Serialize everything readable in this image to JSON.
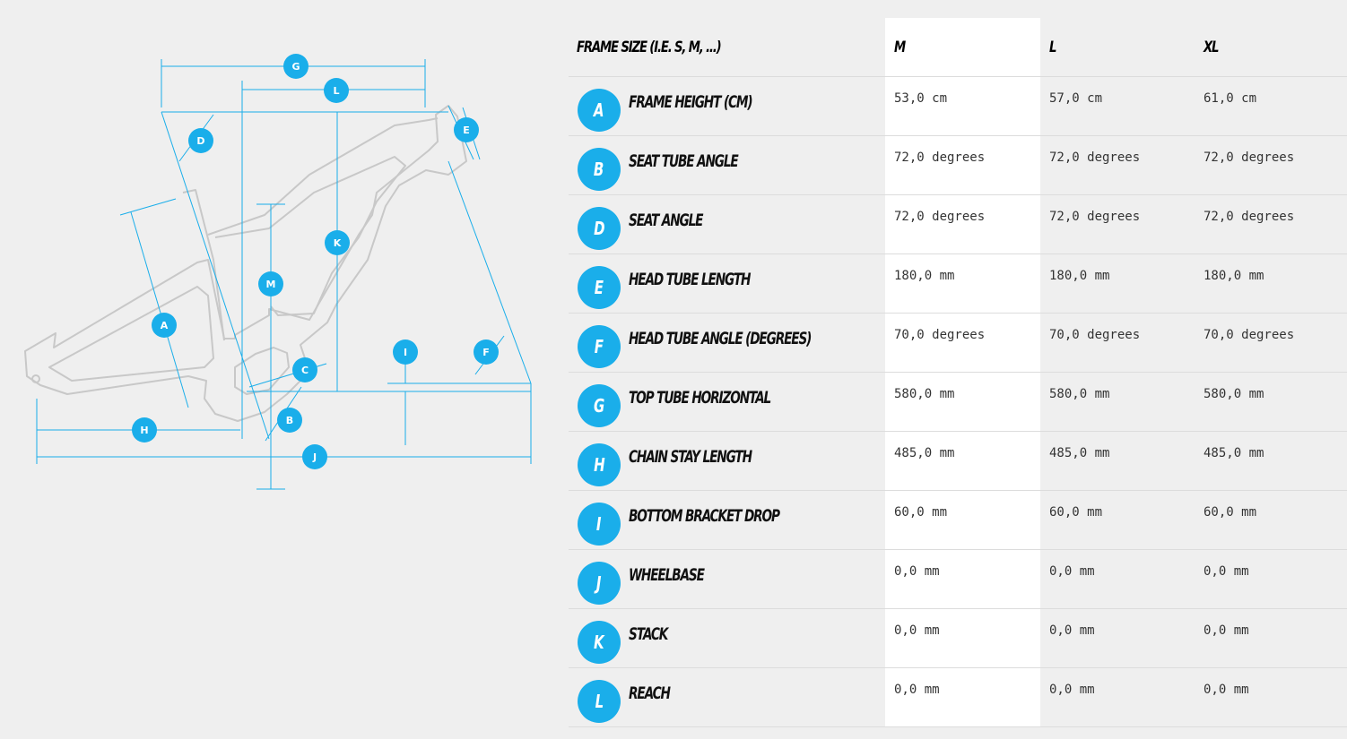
{
  "table": {
    "header": {
      "name": "FRAME SIZE (I.E. S, M, ...)",
      "sizes": [
        "M",
        "L",
        "XL"
      ]
    },
    "rows": [
      {
        "letter": "A",
        "name": "FRAME HEIGHT (CM)",
        "values": [
          "53,0 cm",
          "57,0 cm",
          "61,0 cm"
        ]
      },
      {
        "letter": "B",
        "name": "SEAT TUBE ANGLE",
        "values": [
          "72,0 degrees",
          "72,0 degrees",
          "72,0 degrees"
        ]
      },
      {
        "letter": "D",
        "name": "SEAT ANGLE",
        "values": [
          "72,0 degrees",
          "72,0 degrees",
          "72,0 degrees"
        ]
      },
      {
        "letter": "E",
        "name": "HEAD TUBE LENGTH",
        "values": [
          "180,0 mm",
          "180,0 mm",
          "180,0 mm"
        ]
      },
      {
        "letter": "F",
        "name": "HEAD TUBE ANGLE (DEGREES)",
        "values": [
          "70,0 degrees",
          "70,0 degrees",
          "70,0 degrees"
        ]
      },
      {
        "letter": "G",
        "name": "TOP TUBE HORIZONTAL",
        "values": [
          "580,0 mm",
          "580,0 mm",
          "580,0 mm"
        ]
      },
      {
        "letter": "H",
        "name": "CHAIN STAY LENGTH",
        "values": [
          "485,0 mm",
          "485,0 mm",
          "485,0 mm"
        ]
      },
      {
        "letter": "I",
        "name": "BOTTOM BRACKET DROP",
        "values": [
          "60,0 mm",
          "60,0 mm",
          "60,0 mm"
        ]
      },
      {
        "letter": "J",
        "name": "WHEELBASE",
        "values": [
          "0,0 mm",
          "0,0 mm",
          "0,0 mm"
        ]
      },
      {
        "letter": "K",
        "name": "STACK",
        "values": [
          "0,0 mm",
          "0,0 mm",
          "0,0 mm"
        ]
      },
      {
        "letter": "L",
        "name": "REACH",
        "values": [
          "0,0 mm",
          "0,0 mm",
          "0,0 mm"
        ]
      }
    ]
  },
  "diagram": {
    "labels": [
      "G",
      "L",
      "D",
      "E",
      "K",
      "M",
      "A",
      "I",
      "F",
      "C",
      "B",
      "H",
      "J"
    ]
  },
  "colors": {
    "accent": "#1aaeea",
    "background": "#efefef",
    "frame_line": "#c8c8c8"
  }
}
